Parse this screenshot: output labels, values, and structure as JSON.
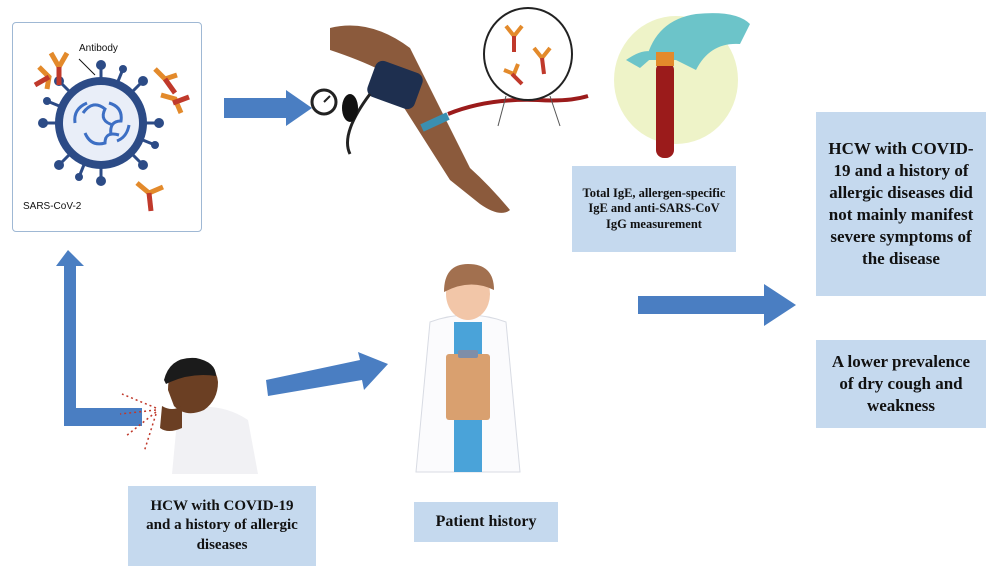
{
  "virus_panel": {
    "antibody_label": "Antibody",
    "virus_label": "SARS-CoV-2"
  },
  "boxes": {
    "measurement": "Total IgE, allergen-specific IgE and anti-SARS-CoV IgG measurement",
    "outcome_severity": "HCW with COVID-19 and a history of allergic diseases did not mainly manifest severe symptoms of the disease",
    "outcome_prevalence": "A lower prevalence of dry cough and weakness",
    "hcw_group": "HCW with COVID-19 and a history of allergic diseases",
    "patient_history": "Patient history"
  },
  "colors": {
    "arrow": "#4a7ec2",
    "box_fill": "#c5d9ee",
    "virus": "#2c4b86",
    "antibody_orange": "#e38a2b",
    "antibody_red": "#c0392b",
    "glove": "#6cc4c9",
    "blood": "#9b1b1b"
  }
}
